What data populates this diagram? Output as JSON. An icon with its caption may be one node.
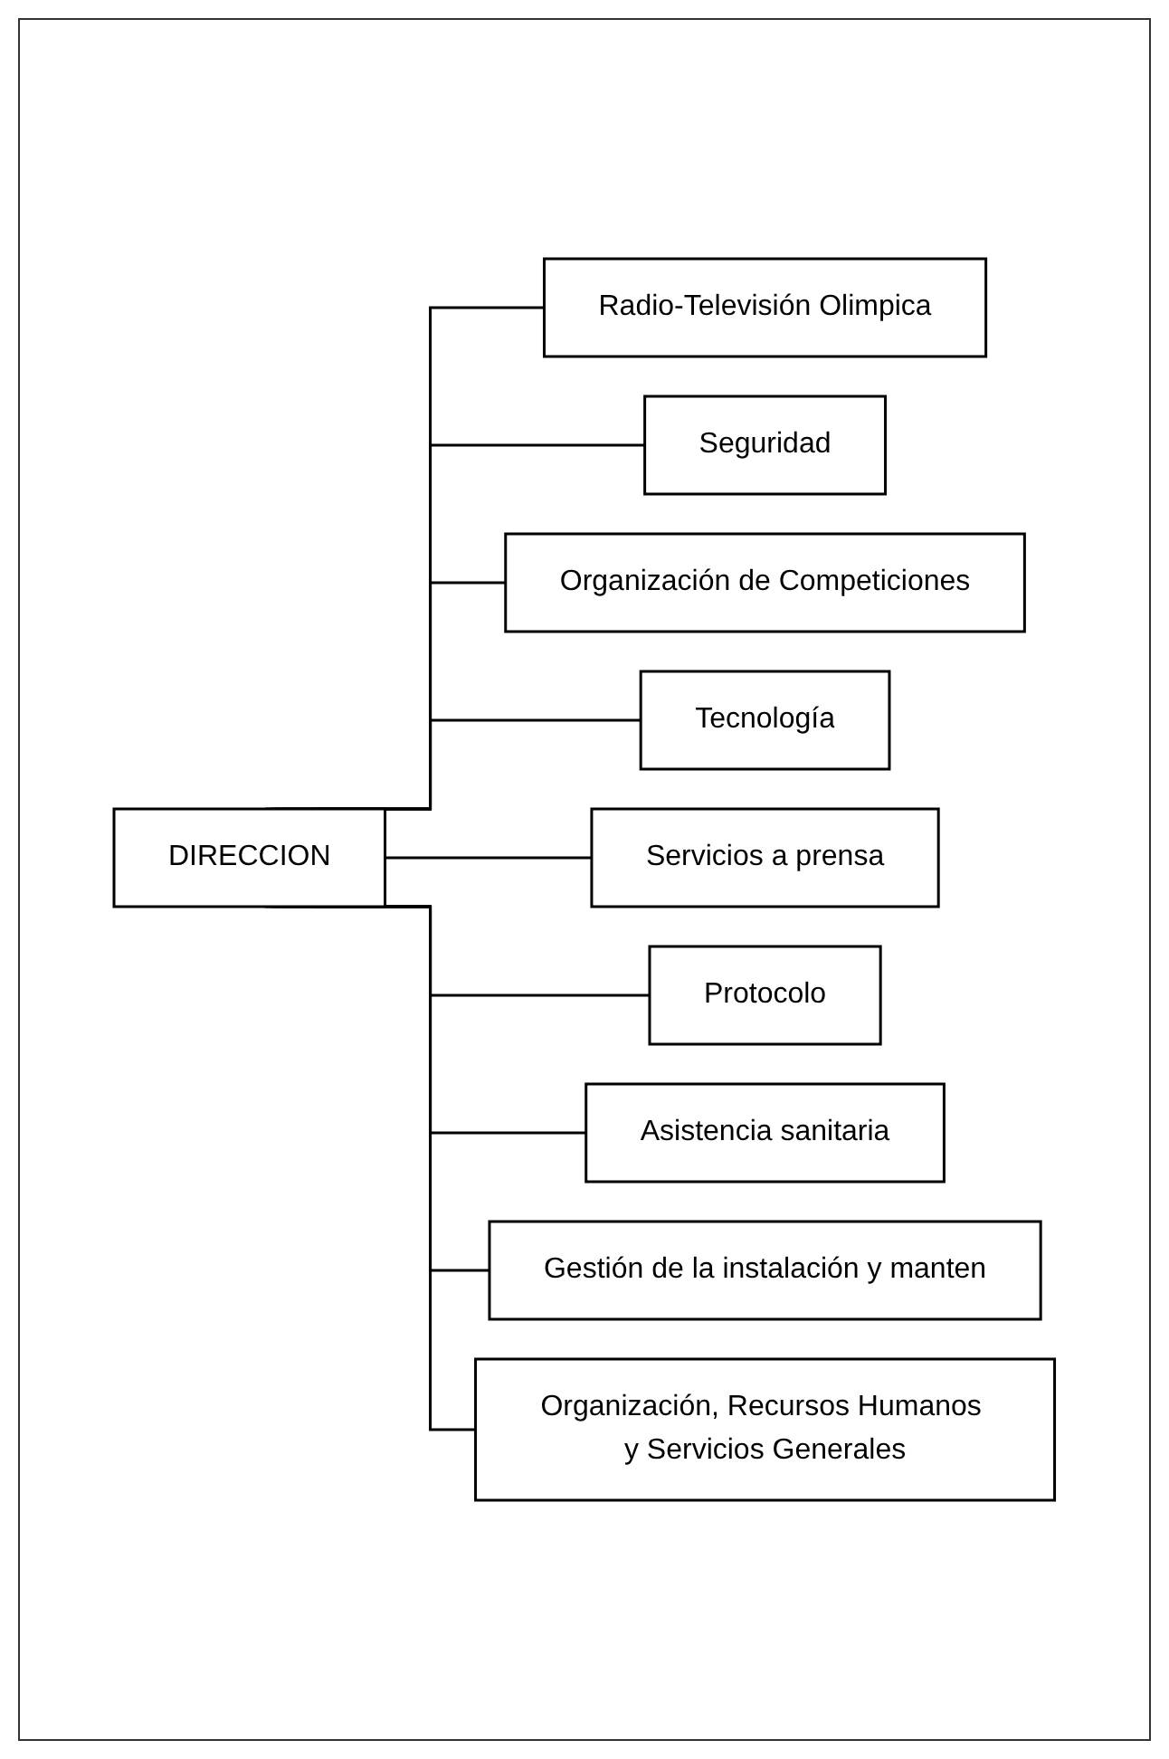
{
  "diagram": {
    "nodes": [
      {
        "text": [
          "DIRECCION"
        ]
      },
      {
        "text": [
          "Radio-Televisión Olimpica"
        ]
      },
      {
        "text": [
          "Seguridad"
        ]
      },
      {
        "text": [
          "Organización de Competiciones"
        ]
      },
      {
        "text": [
          "Tecnología"
        ]
      },
      {
        "text": [
          "Servicios a prensa"
        ]
      },
      {
        "text": [
          "Protocolo"
        ]
      },
      {
        "text": [
          "Asistencia sanitaria"
        ]
      },
      {
        "text": [
          "Gestión de la instalación y manten"
        ]
      },
      {
        "text": [
          "Organización, Recursos Humanos y Servicios Generales"
        ]
      }
    ],
    "edges": [
      {
        "from": 0,
        "to": 1,
        "arrow": "none"
      },
      {
        "from": 0,
        "to": 2,
        "arrow": "none"
      },
      {
        "from": 0,
        "to": 3,
        "arrow": "none"
      },
      {
        "from": 0,
        "to": 4,
        "arrow": "none"
      },
      {
        "from": 0,
        "to": 5,
        "arrow": "none"
      },
      {
        "from": 0,
        "to": 6,
        "arrow": "none"
      },
      {
        "from": 0,
        "to": 7,
        "arrow": "none"
      },
      {
        "from": 0,
        "to": 8,
        "arrow": "none"
      },
      {
        "from": 0,
        "to": 9,
        "arrow": "none"
      }
    ]
  }
}
